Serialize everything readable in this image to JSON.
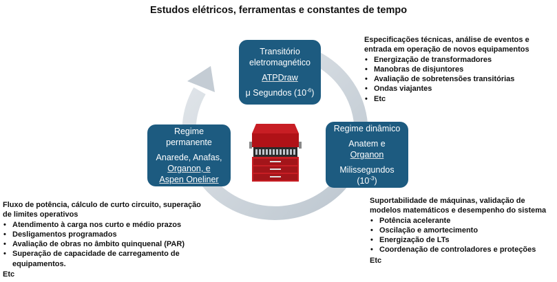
{
  "title": "Estudos elétricos, ferramentas e constantes de tempo",
  "colors": {
    "box": "#1d5b80",
    "ring": "#d0d7de",
    "text": "#111111"
  },
  "center_image": "red-toolbox-icon",
  "boxes": {
    "transitorio": {
      "title_lines": [
        "Transitório",
        "eletromagnético"
      ],
      "tool": "ATPDraw",
      "time": "μ Segundos (10",
      "exponent": "-6",
      "time_suffix": ")"
    },
    "regime_dinamico": {
      "title": "Regime dinâmico",
      "tools_lines": [
        "Anatem e",
        "Organon"
      ],
      "time": "Milissegundos",
      "time2": "(10",
      "exponent": "-3",
      "time_suffix": ")"
    },
    "regime_permanente": {
      "title_lines": [
        "Regime",
        "permanente"
      ],
      "tools_lines": [
        "Anarede, Anafas,",
        "Organon, e",
        "Aspen Oneliner"
      ]
    }
  },
  "notes": {
    "transitorio": {
      "intro_lines": [
        "Especificações técnicas, análise de eventos e",
        "entrada em operação de novos equipamentos"
      ],
      "items": [
        "Energização de transformadores",
        "Manobras de disjuntores",
        "Avaliação de sobretensões transitórias",
        "Ondas viajantes",
        "Etc"
      ]
    },
    "regime_dinamico": {
      "intro_lines": [
        "Suportabilidade de máquinas, validação de",
        "modelos matemáticos e desempenho do sistema"
      ],
      "items": [
        "Potência acelerante",
        "Oscilação e amortecimento",
        "Energização de LTs",
        "Coordenação de controladores e proteções"
      ],
      "etc": "Etc"
    },
    "regime_permanente": {
      "intro_lines": [
        "Fluxo de potência, cálculo de curto circuito, superação",
        "de limites operativos"
      ],
      "items": [
        "Atendimento à carga nos curto e médio prazos",
        "Desligamentos programados",
        "Avaliação de obras no âmbito quinquenal (PAR)",
        "Superação de capacidade de carregamento de equipamentos."
      ],
      "etc": "Etc"
    }
  }
}
